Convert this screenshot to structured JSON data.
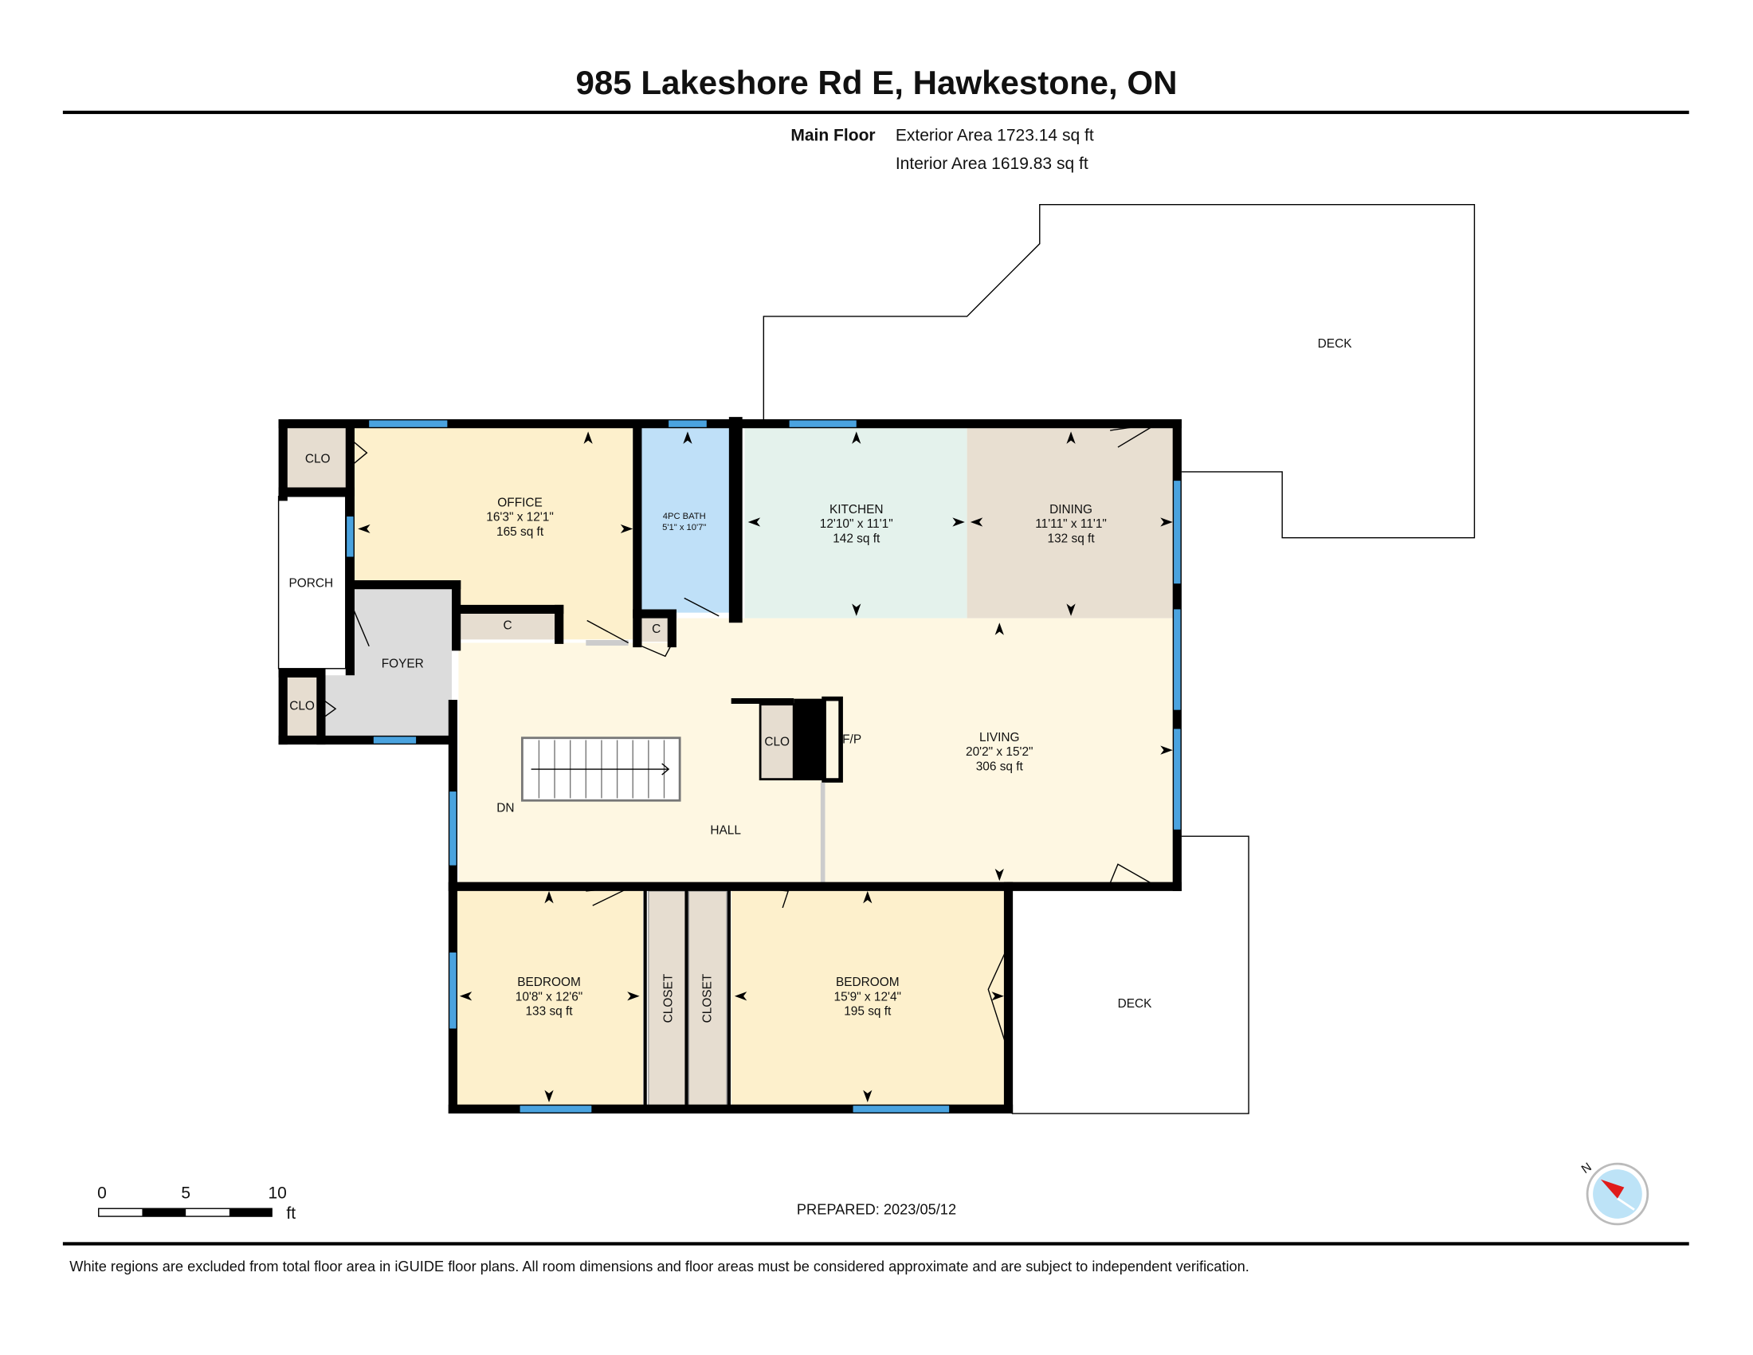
{
  "header": {
    "title": "985 Lakeshore Rd E, Hawkestone, ON",
    "floor_name": "Main Floor",
    "exterior_area": "Exterior Area 1723.14 sq ft",
    "interior_area": "Interior Area 1619.83 sq ft"
  },
  "rooms": {
    "office": {
      "name": "OFFICE",
      "dims": "16'3\" x 12'1\"",
      "area": "165 sq ft"
    },
    "bath": {
      "name": "4PC BATH",
      "dims": "5'1\" x 10'7\""
    },
    "kitchen": {
      "name": "KITCHEN",
      "dims": "12'10\" x 11'1\"",
      "area": "142 sq ft"
    },
    "dining": {
      "name": "DINING",
      "dims": "11'11\" x 11'1\"",
      "area": "132 sq ft"
    },
    "living": {
      "name": "LIVING",
      "dims": "20'2\" x 15'2\"",
      "area": "306 sq ft"
    },
    "bedroom1": {
      "name": "BEDROOM",
      "dims": "10'8\" x 12'6\"",
      "area": "133 sq ft"
    },
    "bedroom2": {
      "name": "BEDROOM",
      "dims": "15'9\" x 12'4\"",
      "area": "195 sq ft"
    },
    "clo_top": "CLO",
    "clo_bottom": "CLO",
    "clo_mid": "CLO",
    "porch": "PORCH",
    "foyer": "FOYER",
    "c1": "C",
    "c2": "C",
    "hall": "HALL",
    "dn": "DN",
    "fp": "F/P",
    "closet1": "CLOSET",
    "closet2": "CLOSET",
    "deck_top": "DECK",
    "deck_bottom": "DECK"
  },
  "scale": {
    "t0": "0",
    "t5": "5",
    "t10": "10",
    "unit": "ft"
  },
  "compass": {
    "label": "N"
  },
  "prepared": "PREPARED: 2023/05/12",
  "footer": "White regions are excluded from total floor area in iGUIDE floor plans. All room dimensions and floor areas must be considered approximate and are subject to independent verification.",
  "colors": {
    "office": "#fdf0cc",
    "bath": "#bfe0f8",
    "kitchen": "#e4f2ec",
    "dining": "#e8dfd1",
    "living": "#fef7e2",
    "closet": "#e6ddd0",
    "foyer": "#dcdcdc",
    "window": "#4aa3df"
  }
}
